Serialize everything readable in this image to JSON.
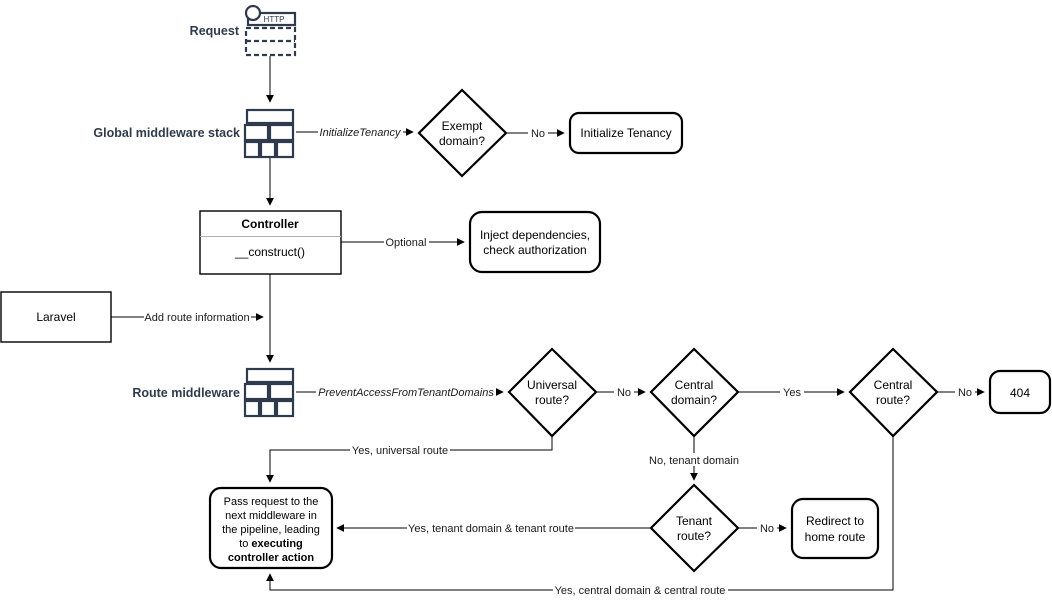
{
  "colors": {
    "accent": "#2F3B4D",
    "stroke": "#000000",
    "divider": "#b0b0b0",
    "background": "#ffffff"
  },
  "icons": {
    "request": "http-request-icon",
    "global_middleware": "middleware-stack-icon",
    "route_middleware": "middleware-stack-icon"
  },
  "nodes": {
    "request_label": "Request",
    "http_label": "HTTP",
    "global_mw_label": "Global middleware stack",
    "route_mw_label": "Route middleware",
    "exempt_domain": {
      "line1": "Exempt",
      "line2": "domain?"
    },
    "initialize_tenancy": "Initialize Tenancy",
    "controller": {
      "title": "Controller",
      "method": "__construct()"
    },
    "inject": {
      "line1": "Inject dependencies,",
      "line2": "check authorization"
    },
    "laravel": "Laravel",
    "universal_route": {
      "line1": "Universal",
      "line2": "route?"
    },
    "central_domain": {
      "line1": "Central",
      "line2": "domain?"
    },
    "central_route": {
      "line1": "Central",
      "line2": "route?"
    },
    "not_found": "404",
    "tenant_route": {
      "line1": "Tenant",
      "line2": "route?"
    },
    "redirect": {
      "line1": "Redirect to",
      "line2": "home route"
    },
    "pass_request": {
      "line1": "Pass request to the",
      "line2": "next middleware in",
      "line3": "the pipeline, leading",
      "line4_normal": "to",
      "line4_bold": "executing",
      "line5_bold": "controller action"
    }
  },
  "edges": {
    "initialize_tenancy_mw": "InitializeTenancy",
    "no_exempt": "No",
    "optional": "Optional",
    "add_route_info": "Add route information",
    "prevent_access_mw": "PreventAccessFromTenantDomains",
    "no_universal": "No",
    "yes_central_domain": "Yes",
    "no_central_route": "No",
    "yes_universal": "Yes, universal route",
    "no_tenant_domain": "No, tenant domain",
    "no_tenant_route": "No",
    "yes_tenant": "Yes, tenant domain & tenant route",
    "yes_central": "Yes, central domain & central route"
  }
}
